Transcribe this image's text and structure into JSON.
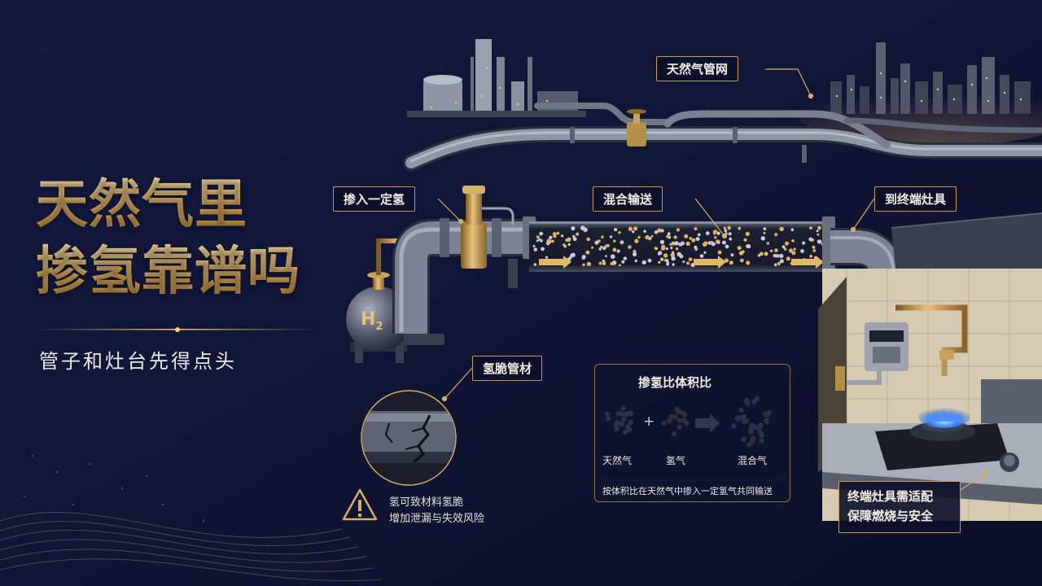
{
  "headline": {
    "line1": "天然气里",
    "line2": "掺氢靠谱吗",
    "subtitle": "管子和灶台先得点头"
  },
  "labels": {
    "gas_network": "天然气管网",
    "inject_hydrogen": "掺入一定氢",
    "mixed_transport": "混合输送",
    "to_appliance": "到终端灶具",
    "embrittlement": "氢脆管材"
  },
  "tank": {
    "symbol": "H",
    "subscript": "2"
  },
  "warning": {
    "line1": "氢可致材料氢脆",
    "line2": "增加泄漏与失效风险"
  },
  "ratio_box": {
    "title": "掺氢比体积比",
    "items": [
      "天然气",
      "氢气",
      "混合气"
    ],
    "plus": "+",
    "note": "按体积比在天然气中掺入一定氢气共同输送"
  },
  "appliance_note": {
    "line1": "终端灶具需适配",
    "line2": "保障燃烧与安全"
  },
  "colors": {
    "background": "#0f1433",
    "gold": "#d9ad62",
    "pipe": "#7c8294",
    "flame": "#2f7bff"
  }
}
